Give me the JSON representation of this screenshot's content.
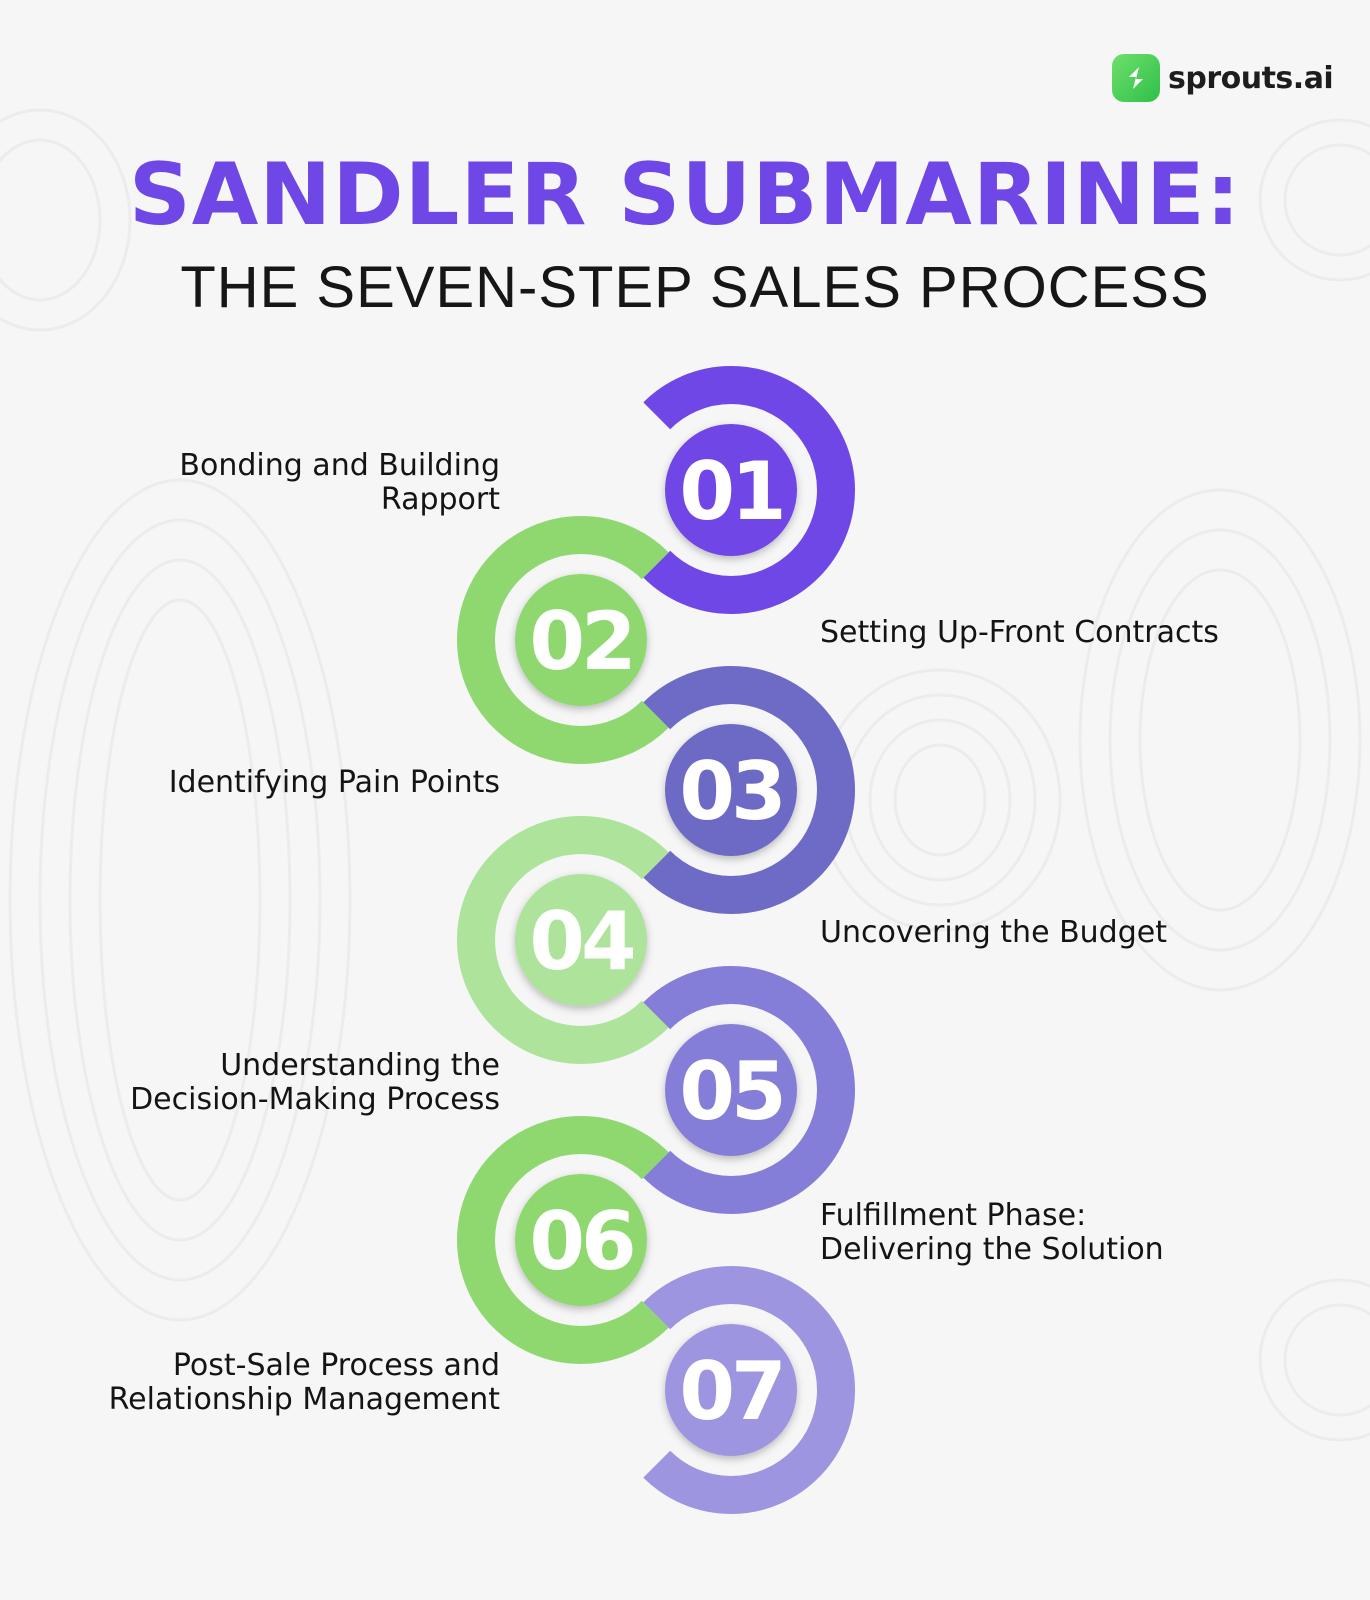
{
  "brand": {
    "name": "sprouts.ai",
    "icon": "sprouts-logo-icon",
    "color": "#3fcc4f"
  },
  "header": {
    "title": "SANDLER SUBMARINE:",
    "subtitle": "THE SEVEN-STEP SALES PROCESS",
    "title_color": "#6f47e6"
  },
  "steps": [
    {
      "number": "01",
      "label": "Bonding and Building\nRapport",
      "side": "left",
      "color": "#6f47e6"
    },
    {
      "number": "02",
      "label": "Setting Up-Front Contracts",
      "side": "right",
      "color": "#8fd870"
    },
    {
      "number": "03",
      "label": "Identifying Pain Points",
      "side": "left",
      "color": "#6d6bc6"
    },
    {
      "number": "04",
      "label": "Uncovering the Budget",
      "side": "right",
      "color": "#ade39a"
    },
    {
      "number": "05",
      "label": "Understanding the\nDecision-Making Process",
      "side": "left",
      "color": "#857ed9"
    },
    {
      "number": "06",
      "label": "Fulfillment Phase:\nDelivering the Solution",
      "side": "right",
      "color": "#8fd870"
    },
    {
      "number": "07",
      "label": "Post-Sale Process and\nRelationship Management",
      "side": "left",
      "color": "#9d95e0"
    }
  ]
}
